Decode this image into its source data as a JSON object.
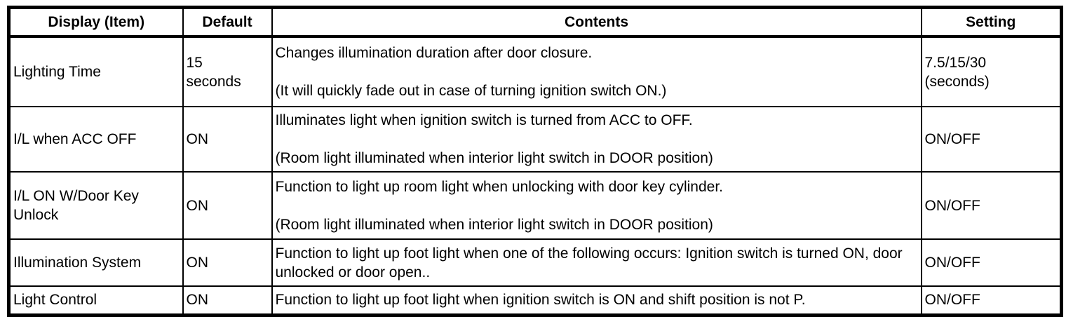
{
  "table": {
    "columns": [
      "Display (Item)",
      "Default",
      "Contents",
      "Setting"
    ],
    "rows": [
      {
        "display": "Lighting Time",
        "default": "15\nseconds",
        "contents": [
          "Changes illumination duration after door closure.",
          "(It will quickly fade out in case of turning ignition switch ON.)"
        ],
        "setting": "7.5/15/30\n(seconds)"
      },
      {
        "display": "I/L when ACC OFF",
        "default": "ON",
        "contents": [
          "Illuminates light when ignition switch is turned from ACC to OFF.",
          "(Room light illuminated when interior light switch in DOOR position)"
        ],
        "setting": "ON/OFF"
      },
      {
        "display": "I/L ON W/Door Key Unlock",
        "default": "ON",
        "contents": [
          "Function to light up room light when unlocking with door key cylinder.",
          "(Room light illuminated when interior light switch in DOOR position)"
        ],
        "setting": "ON/OFF"
      },
      {
        "display": "Illumination System",
        "default": "ON",
        "contents": [
          "Function to light up foot light when one of the following occurs: Ignition switch is turned ON, door unlocked or door open.."
        ],
        "setting": "ON/OFF"
      },
      {
        "display": "Light Control",
        "default": "ON",
        "contents": [
          "Function to light up foot light when ignition switch is ON and shift position is not P."
        ],
        "setting": "ON/OFF"
      }
    ]
  },
  "colors": {
    "border": "#000000",
    "text": "#000000",
    "background": "#ffffff"
  }
}
